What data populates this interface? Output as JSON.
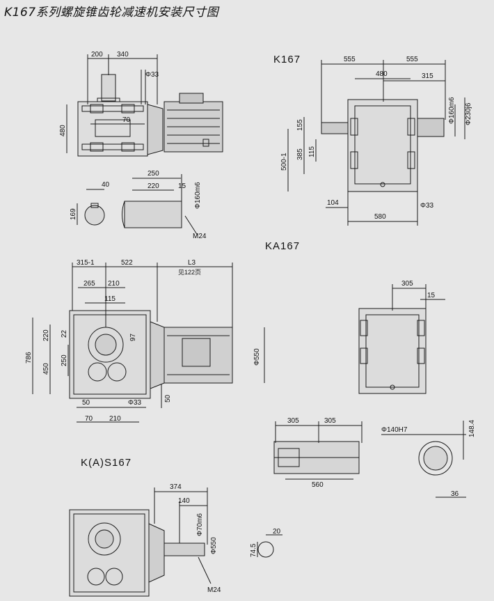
{
  "title": "K167系列螺旋锥齿轮减速机安装尺寸图",
  "sections": {
    "k": "K167",
    "ka": "KA167",
    "kas": "K(A)S167"
  },
  "k167_side": {
    "d200": "200",
    "d340": "340",
    "d33": "Φ33",
    "d70": "70",
    "d480": "480",
    "d40": "40",
    "d169": "169",
    "d250": "250",
    "d220": "220",
    "d15": "15",
    "d160m6": "Φ160m6",
    "m24": "M24"
  },
  "k167_front": {
    "d555a": "555",
    "d555b": "555",
    "d480": "480",
    "d315": "315",
    "d160m6": "Φ160m6",
    "d230j6": "Φ230j6",
    "d155": "155",
    "d385": "385",
    "d115": "115",
    "d500": "500-1",
    "d104": "104",
    "d33": "Φ33",
    "d580": "580"
  },
  "ka167_side": {
    "d315": "315-1",
    "d522": "522",
    "l3": "L3",
    "note": "见122页",
    "d265": "265",
    "d210": "210",
    "d115": "115",
    "d786": "786",
    "d220": "220",
    "d22": "22",
    "d97": "97",
    "d250": "250",
    "d450": "450",
    "d550": "Φ550",
    "d50a": "50",
    "d33": "Φ33",
    "d50b": "50",
    "d70": "70",
    "d210b": "210"
  },
  "ka167_front": {
    "d305": "305",
    "d15": "15"
  },
  "hollow_shaft": {
    "d305a": "305",
    "d305b": "305",
    "d560": "560"
  },
  "bore": {
    "d140": "Φ140H7",
    "d148": "148.4",
    "d36": "36"
  },
  "kas167": {
    "d374": "374",
    "d140": "140",
    "d70m6": "Φ70m6",
    "d550": "Φ550",
    "m24": "M24",
    "d20": "20",
    "d745": "74.5"
  }
}
